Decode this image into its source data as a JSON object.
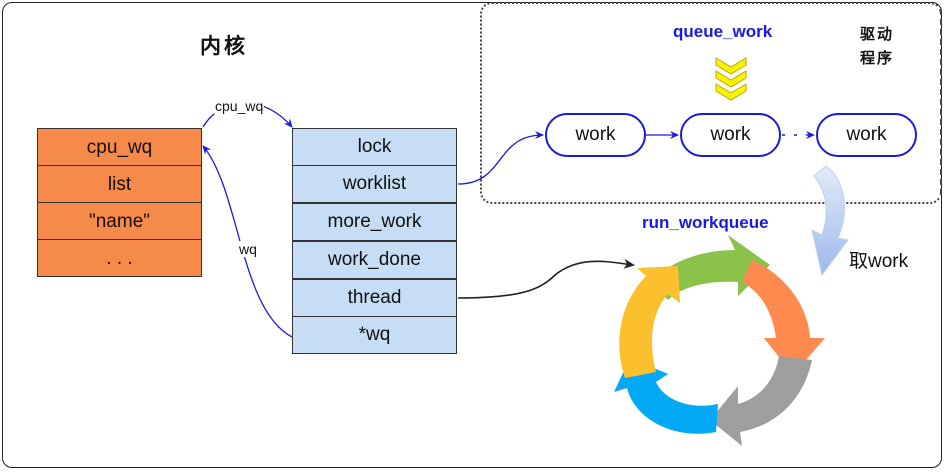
{
  "titles": {
    "kernel": "内核",
    "driver": "驱动程序"
  },
  "kernel_struct": {
    "fields": [
      "cpu_wq",
      "list",
      "\"name\"",
      ". . ."
    ]
  },
  "workqueue_struct": {
    "fields": [
      "lock",
      "worklist",
      "more_work",
      "work_done",
      "thread",
      "*wq"
    ]
  },
  "work_queue": {
    "nodes": [
      "work",
      "work",
      "work"
    ]
  },
  "labels": {
    "queue_work": "queue_work",
    "run_workqueue": "run_workqueue",
    "take_work": "取work",
    "cpu_wq_arrow": "cpu_wq",
    "wq_arrow": "wq"
  },
  "colors": {
    "kernel_struct_fill": "#f58a4b",
    "workqueue_struct_fill": "#c5def5",
    "accent_blue": "#1a1adf",
    "queue_chevrons": "#f5f500",
    "cycle": [
      "#8bc34a",
      "#ff8a50",
      "#9e9e9e",
      "#03a9f4",
      "#fbc02d"
    ],
    "take_arrow": "#a9c4ef"
  }
}
